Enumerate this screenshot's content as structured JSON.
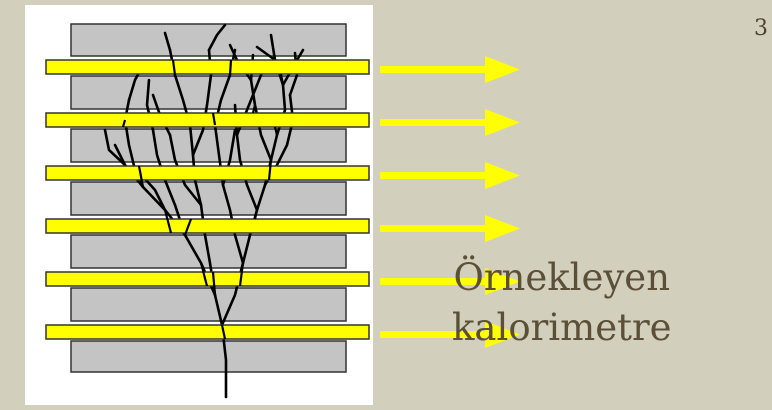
{
  "slide": {
    "number": "3",
    "caption_line1": "Örnekleyen",
    "caption_line2": "kalorimetre"
  },
  "figure": {
    "absorber_color": "#c4c4c4",
    "active_layer_color": "#ffff00",
    "arrow_color": "#ffff00",
    "shower_color": "#000000",
    "active_layer_count": 6,
    "absorber_layer_count": 7
  }
}
